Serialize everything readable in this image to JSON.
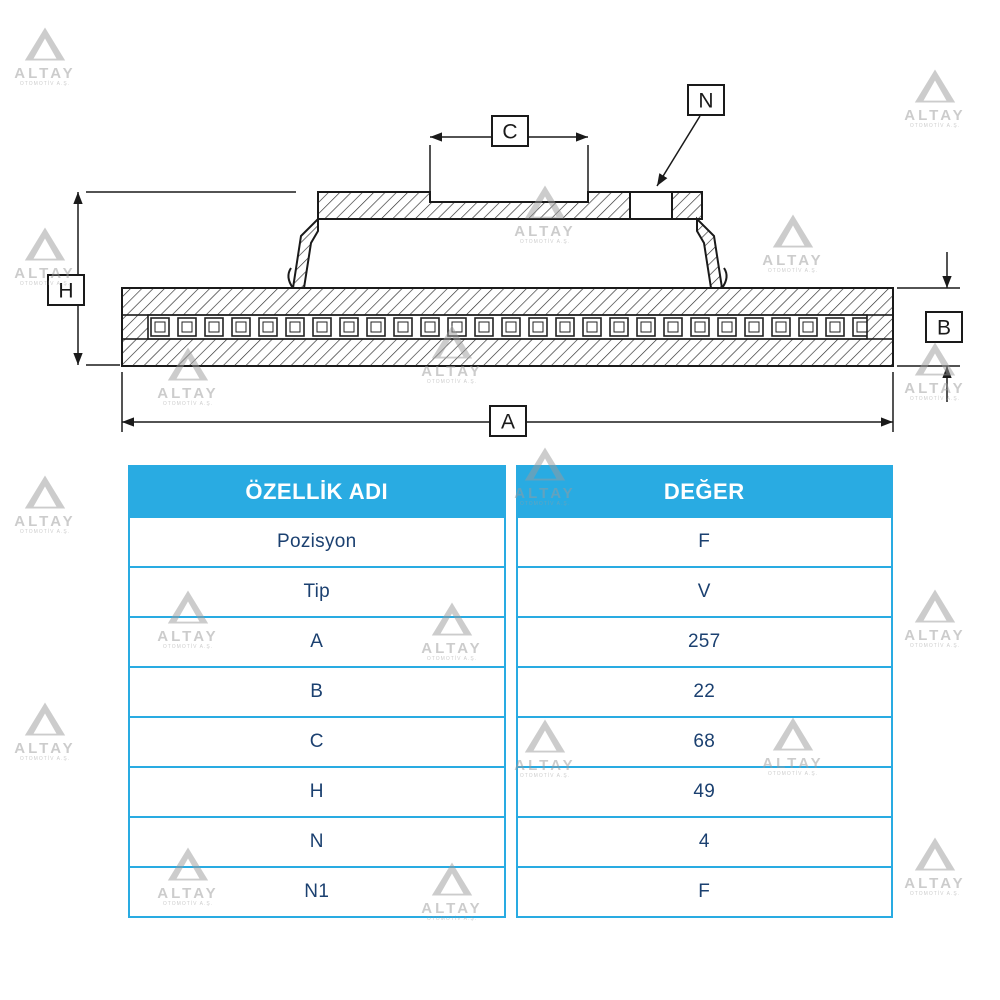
{
  "diagram": {
    "dim_a": "A",
    "dim_b": "B",
    "dim_c": "C",
    "dim_h": "H",
    "dim_n": "N"
  },
  "table": {
    "headers": [
      "ÖZELLİK ADI",
      "DEĞER"
    ],
    "rows": [
      {
        "name": "Pozisyon",
        "value": "F"
      },
      {
        "name": "Tip",
        "value": "V"
      },
      {
        "name": "A",
        "value": "257"
      },
      {
        "name": "B",
        "value": "22"
      },
      {
        "name": "C",
        "value": "68"
      },
      {
        "name": "H",
        "value": "49"
      },
      {
        "name": "N",
        "value": "4"
      },
      {
        "name": "N1",
        "value": "F"
      }
    ]
  },
  "watermark": {
    "brand": "ALTAY",
    "subtext": "OTOMOTİV A.Ş."
  },
  "colors": {
    "table_header_bg": "#29ABE2",
    "table_border": "#29ABE2",
    "table_header_text": "#FFFFFF",
    "table_cell_text": "#1B4070",
    "line_color": "#1A1A1A"
  }
}
